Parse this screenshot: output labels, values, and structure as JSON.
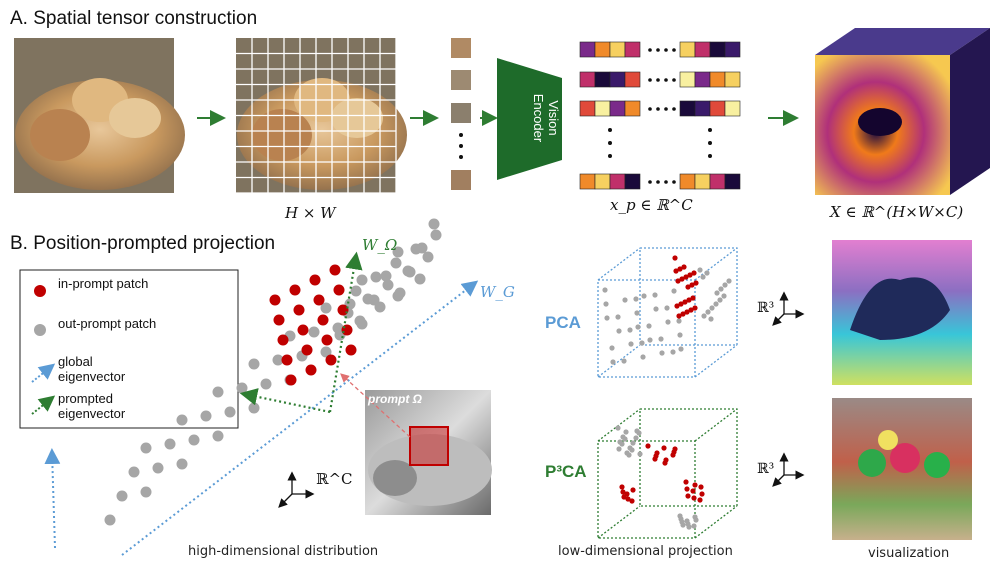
{
  "section_a": {
    "title": "A. Spatial tensor construction",
    "grid_label": "H × W",
    "encoder_label": "Vision Encoder",
    "token_label": "x_p ∈ ℝ^C",
    "tensor_label": "X ∈ ℝ^(H×W×C)"
  },
  "section_b": {
    "title": "B. Position-prompted projection",
    "legend": [
      {
        "label": "in-prompt patch",
        "color": "#c00000"
      },
      {
        "label": "out-prompt patch",
        "color": "#a6a6a6"
      },
      {
        "label": "global eigenvector",
        "color": "#5b9bd5"
      },
      {
        "label": "prompted eigenvector",
        "color": "#2e7d32"
      }
    ],
    "w_omega": "W_Ω",
    "w_g": "W_G",
    "prompt_label": "prompt Ω",
    "space_label": "ℝ^C",
    "pca_label": "PCA",
    "p3ca_label": "P³CA",
    "r3_label": "ℝ³",
    "caption_high": "high-dimensional distribution",
    "caption_low": "low-dimensional projection",
    "caption_vis": "visualization"
  },
  "colors": {
    "accent_green": "#2e7d32",
    "accent_blue": "#5b9bd5",
    "in_prompt_red": "#c00000",
    "out_prompt_gray": "#a6a6a6",
    "encoder_green": "#1e6b2a",
    "tensor_purple": "#3b2a75"
  }
}
